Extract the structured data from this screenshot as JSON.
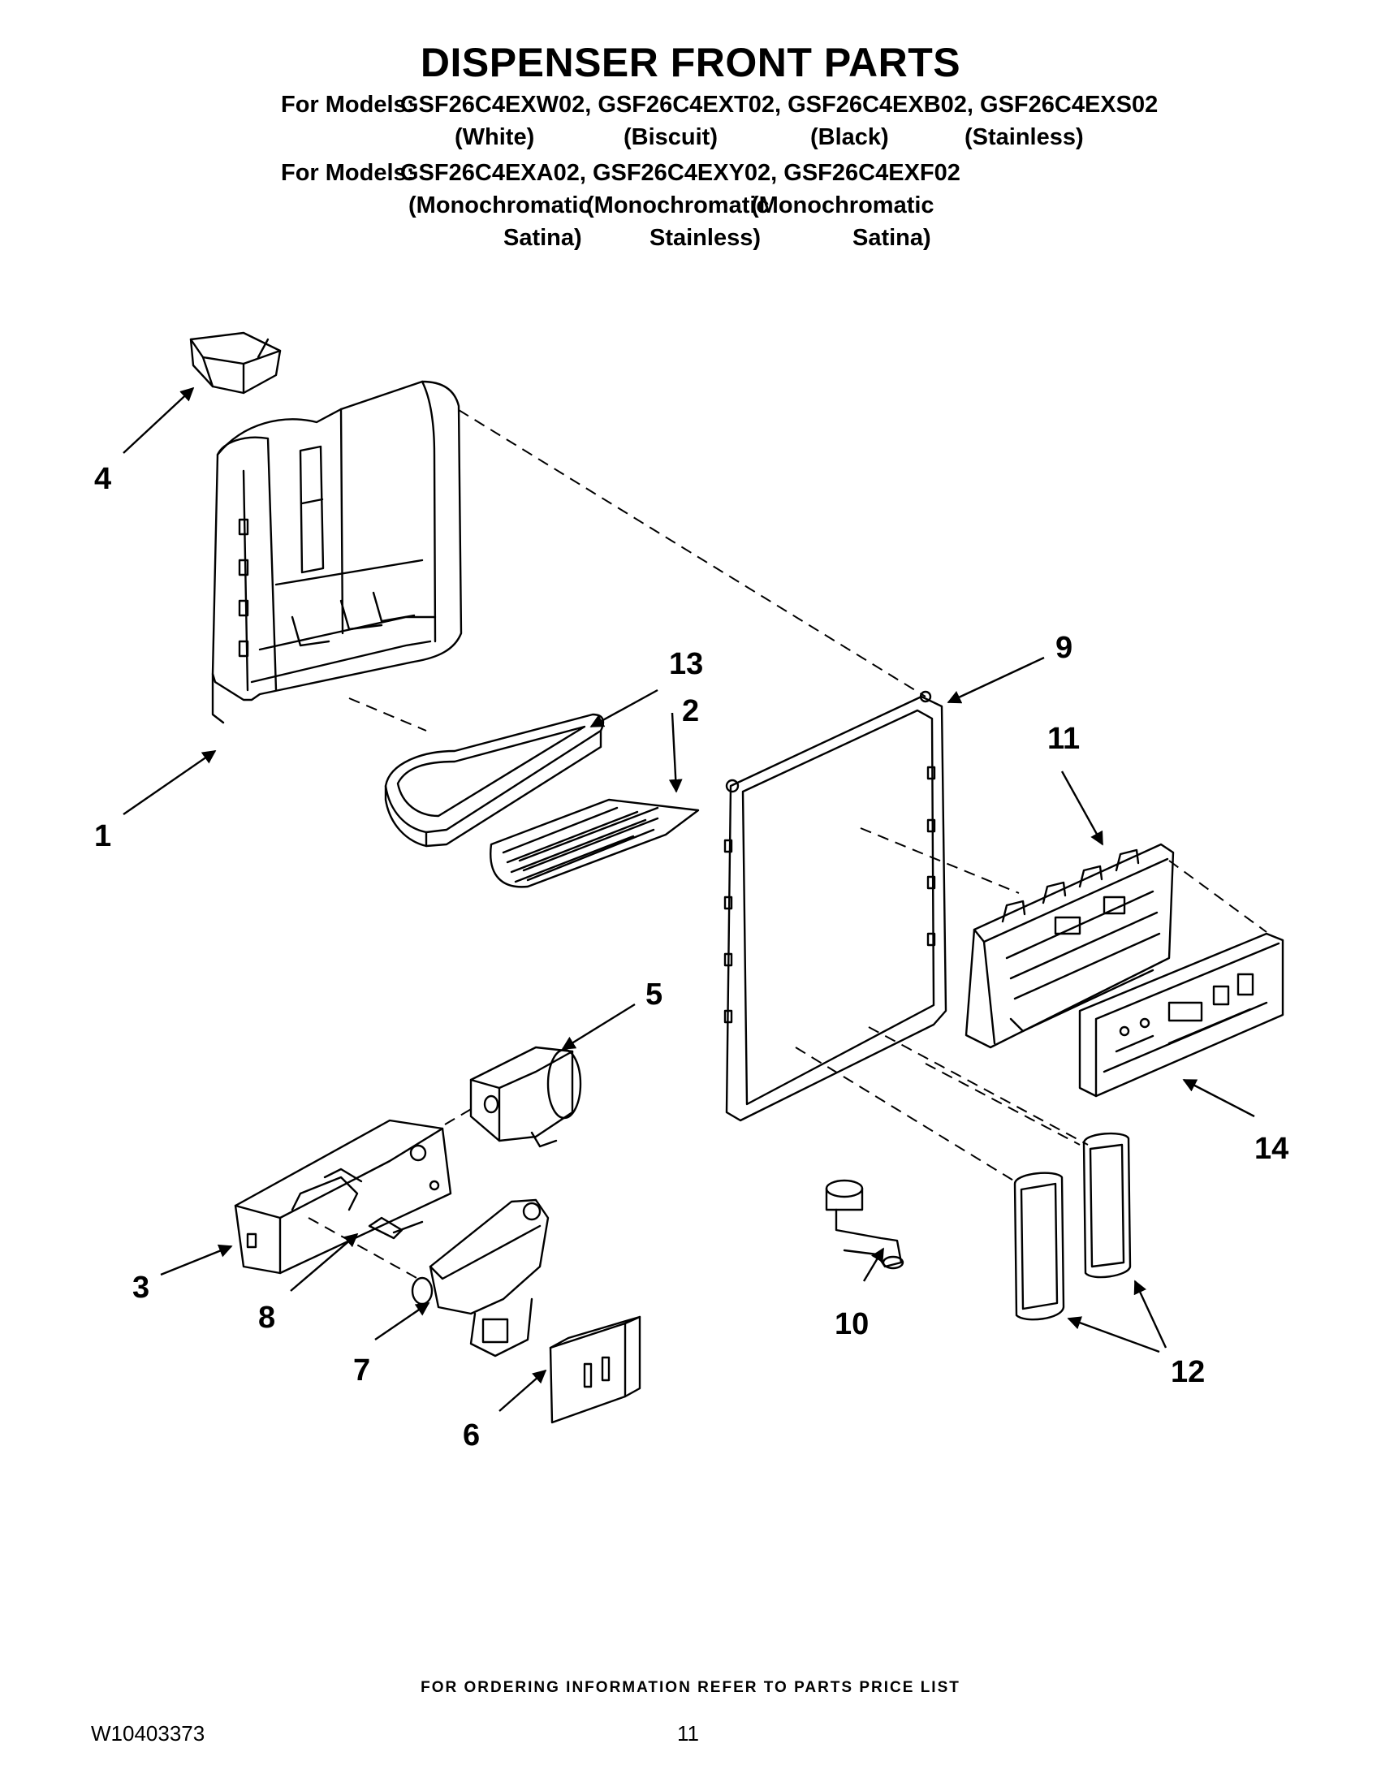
{
  "title": "DISPENSER FRONT PARTS",
  "models_line1": {
    "prefix": "For Models:",
    "list": "GSF26C4EXW02, GSF26C4EXT02, GSF26C4EXB02, GSF26C4EXS02",
    "colors": [
      "(White)",
      "(Biscuit)",
      "(Black)",
      "(Stainless)"
    ]
  },
  "models_line2": {
    "prefix": "For Models:",
    "list": "GSF26C4EXA02, GSF26C4EXY02, GSF26C4EXF02",
    "colors_row1": [
      "(Monochromatic",
      "(Monochromatic",
      "(Monochromatic"
    ],
    "colors_row2": [
      "Satina)",
      "Stainless)",
      "Satina)"
    ]
  },
  "callouts": {
    "c1": "1",
    "c2": "2",
    "c3": "3",
    "c4": "4",
    "c5": "5",
    "c6": "6",
    "c7": "7",
    "c8": "8",
    "c9": "9",
    "c10": "10",
    "c11": "11",
    "c12": "12",
    "c13": "13",
    "c14": "14"
  },
  "footer": {
    "ordering_note": "FOR ORDERING INFORMATION REFER TO PARTS PRICE LIST",
    "doc_number": "W10403373",
    "page_number": "11"
  }
}
